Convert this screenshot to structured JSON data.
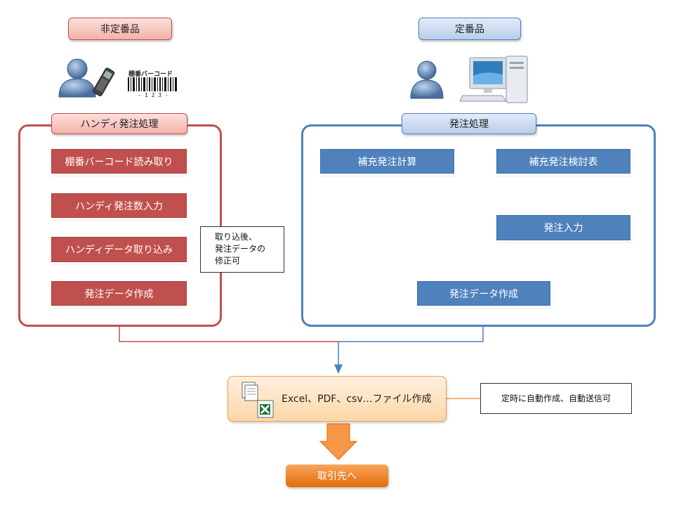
{
  "left": {
    "category": "非定番品",
    "barcode_label": "棚番バーコード",
    "barcode_digits": "- 1 2 3 -",
    "group_title": "ハンディ発注処理",
    "steps": [
      "棚番バーコード読み取り",
      "ハンディ発注数入力",
      "ハンディデータ取り込み",
      "発注データ作成"
    ],
    "note_lines": [
      "取り込後、",
      "発注データの",
      "修正可"
    ]
  },
  "right": {
    "category": "定番品",
    "group_title": "発注処理",
    "calc": "補充発注計算",
    "review": "補充発注検討表",
    "input": "発注入力",
    "create": "発注データ作成"
  },
  "output": {
    "label": "Excel、PDF、csv…ファイル作成",
    "note": "定時に自動作成、自動送信可"
  },
  "destination": "取引先へ",
  "colors": {
    "red": "#c0504d",
    "blue": "#4f81bd",
    "orange": "#f79646"
  }
}
